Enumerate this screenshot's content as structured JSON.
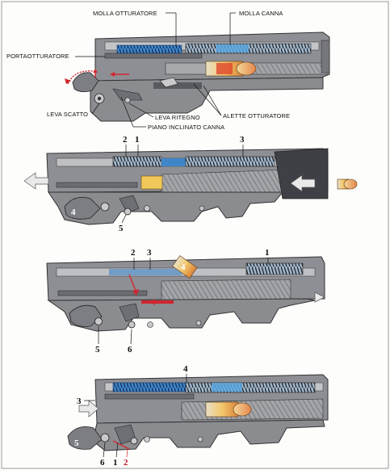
{
  "top_labels": {
    "molla_otturatore": "MOLLA OTTURATORE",
    "molla_canna": "MOLLA CANNA",
    "portaotturatore": "PORTAOTTURATORE",
    "leva_scatto": "LEVA SCATTO",
    "leva_ritegno": "LEVA RITEGNO",
    "alette_otturatore": "ALETTE OTTURATORE",
    "piano_inclinato_canna": "PIANO INCLINATO CANNA"
  },
  "panel2": {
    "n1": "1",
    "n2": "2",
    "n3": "3",
    "n4": "4",
    "n5": "5"
  },
  "panel3": {
    "n1": "1",
    "n2": "2",
    "n3": "3",
    "n4": "4",
    "n5": "5",
    "n6": "6"
  },
  "panel4": {
    "n1": "1",
    "n2": "2",
    "n3": "3",
    "n4": "4",
    "n5": "5",
    "n6": "6"
  },
  "colors": {
    "body_gray": "#8e8f94",
    "dark_gray": "#5a5b60",
    "light_gray": "#c4c5c9",
    "spring_blue": "#3f86c9",
    "accent_red": "#d0262f",
    "cartridge": "#f0b24a"
  }
}
